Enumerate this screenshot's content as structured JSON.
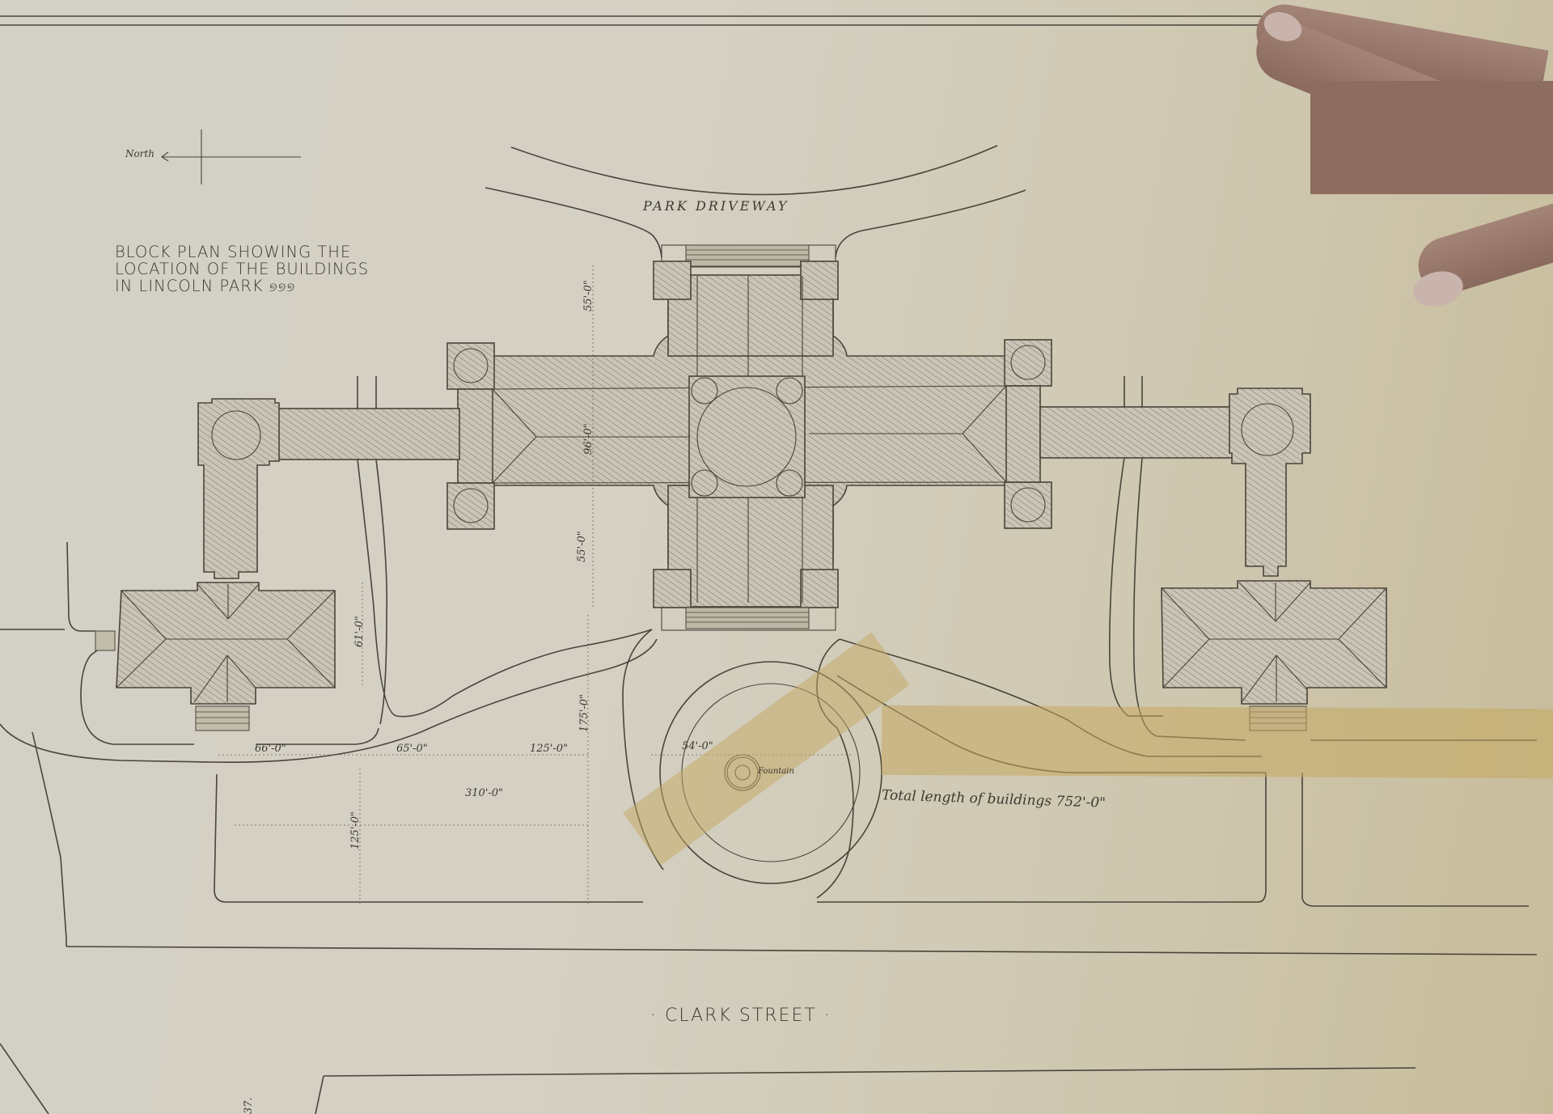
{
  "document": {
    "type": "architectural block plan",
    "title_lines": [
      "BLOCK PLAN SHOWING THE",
      "LOCATION OF THE BUILDINGS",
      "IN LINCOLN PARK"
    ],
    "north_arrow_label": "North",
    "top_label": "PARK DRIVEWAY",
    "bottom_street_label": "· CLARK STREET ·",
    "fountain_label": "Fountain",
    "total_length_note": "Total length of buildings 752'-0\"",
    "corner_fragment": "37."
  },
  "dimensions": {
    "central_north_wing": "55'-0\"",
    "central_cross_width": "96'-0\"",
    "central_south_wing": "55'-0\"",
    "left_house_depth": "61'-0\"",
    "setback_to_street": "175'-0\"",
    "fountain_diameter": "54'-0\"",
    "segment_1": "66'-0\"",
    "segment_2": "65'-0\"",
    "segment_3": "125'-0\"",
    "overall_left": "310'-0\"",
    "lawn_depth": "125'-0\""
  },
  "colors": {
    "paper": "#d3d0c6",
    "ink": "#4a443a",
    "tape": "#c4a85f",
    "hand": "#9a7a6c"
  }
}
